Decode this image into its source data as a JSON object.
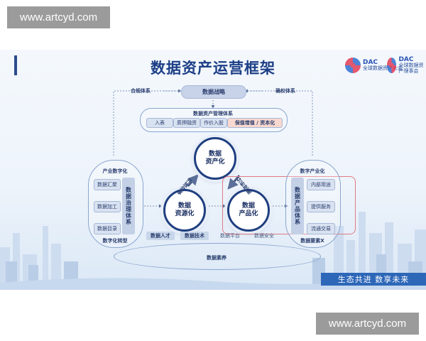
{
  "watermark_top": "www.artcyd.com",
  "watermark_bottom": "www.artcyd.com",
  "slide": {
    "title": "数据资产运营框架",
    "logo1": {
      "name": "DAC",
      "sub": "全球数据资产大会"
    },
    "logo2": {
      "name": "DAC",
      "sub": "全球数据资产理事会"
    },
    "top_row": {
      "left": "合规体系",
      "center": "数据战略",
      "right": "确权体系"
    },
    "mgmt": {
      "title": "数据资产管理体系",
      "items": [
        "入表",
        "质押融资",
        "作价入股",
        "保值增值 / 资本化"
      ]
    },
    "center_circle": "数据\n资产化",
    "left_circle": "数据\n资源化",
    "right_circle": "数据\n产品化",
    "left_arrow_label": "开放共享",
    "right_arrow_label": "分析挖掘",
    "left_panel": {
      "title": "产业数字化",
      "items": [
        "数据汇聚",
        "数据加工",
        "数据目录"
      ],
      "side_label": "数据治理体系",
      "bottom": "数字化转型"
    },
    "right_panel": {
      "title": "数字产业化",
      "items": [
        "内部用途",
        "提供服务",
        "流通交易"
      ],
      "side_label": "数据产品体系",
      "bottom": "数据要素X"
    },
    "bottom_tags": [
      "数据人才",
      "数据技术",
      "数据平台",
      "数据安全"
    ],
    "foundation": "数据素养",
    "footer": "生态共进  数享未来"
  }
}
